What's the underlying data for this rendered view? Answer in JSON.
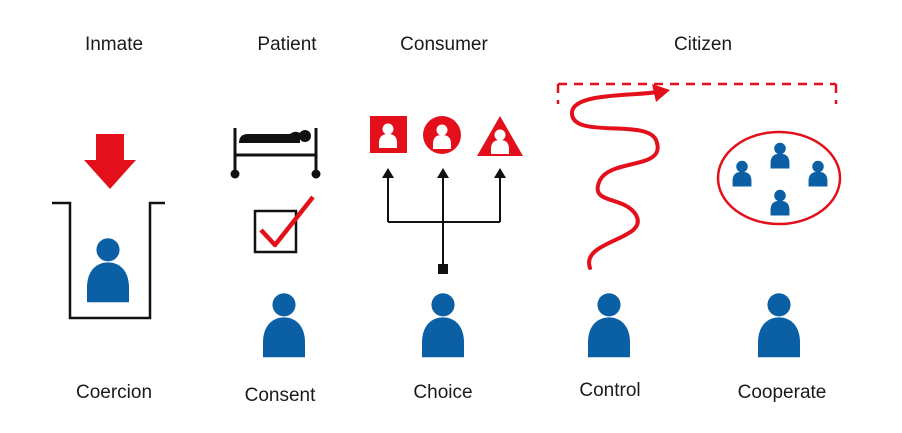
{
  "colors": {
    "person": "#0b5fa5",
    "accent": "#e3101b",
    "ink": "#111111",
    "background": "#ffffff"
  },
  "categories": {
    "inmate": "Inmate",
    "patient": "Patient",
    "consumer": "Consumer",
    "citizen": "Citizen"
  },
  "modes": {
    "coercion": "Coercion",
    "consent": "Consent",
    "choice": "Choice",
    "control": "Control",
    "cooperate": "Cooperate"
  },
  "icons": {
    "arrow": "down-arrow-icon",
    "bed": "hospital-bed-icon",
    "check": "checkbox-checked-icon",
    "options": "option-shapes-icon",
    "path": "winding-path-arrow-icon",
    "group": "group-circle-icon"
  }
}
